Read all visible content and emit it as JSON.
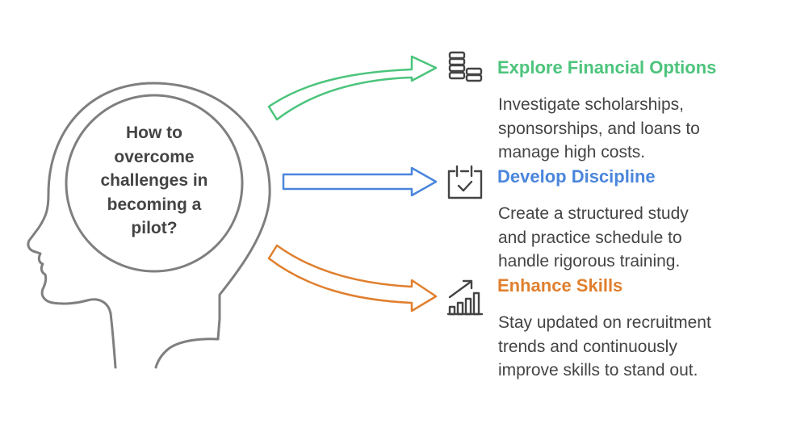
{
  "center": {
    "lines": [
      "How to",
      "overcome",
      "challenges in",
      "becoming a",
      "pilot?"
    ]
  },
  "branches": [
    {
      "title": "Explore Financial Options",
      "icon": "coins-stack-icon",
      "color": "#4cc47c",
      "lines": [
        "Investigate scholarships,",
        "sponsorships, and loans to",
        "manage high costs."
      ]
    },
    {
      "title": "Develop Discipline",
      "icon": "calendar-check-icon",
      "color": "#4a86dc",
      "lines": [
        "Create a structured study",
        "and practice schedule to",
        "handle rigorous training."
      ]
    },
    {
      "title": "Enhance Skills",
      "icon": "growth-chart-icon",
      "color": "#e07f2e",
      "lines": [
        "Stay updated on recruitment",
        "trends and continuously",
        "improve skills to stand out."
      ]
    }
  ]
}
